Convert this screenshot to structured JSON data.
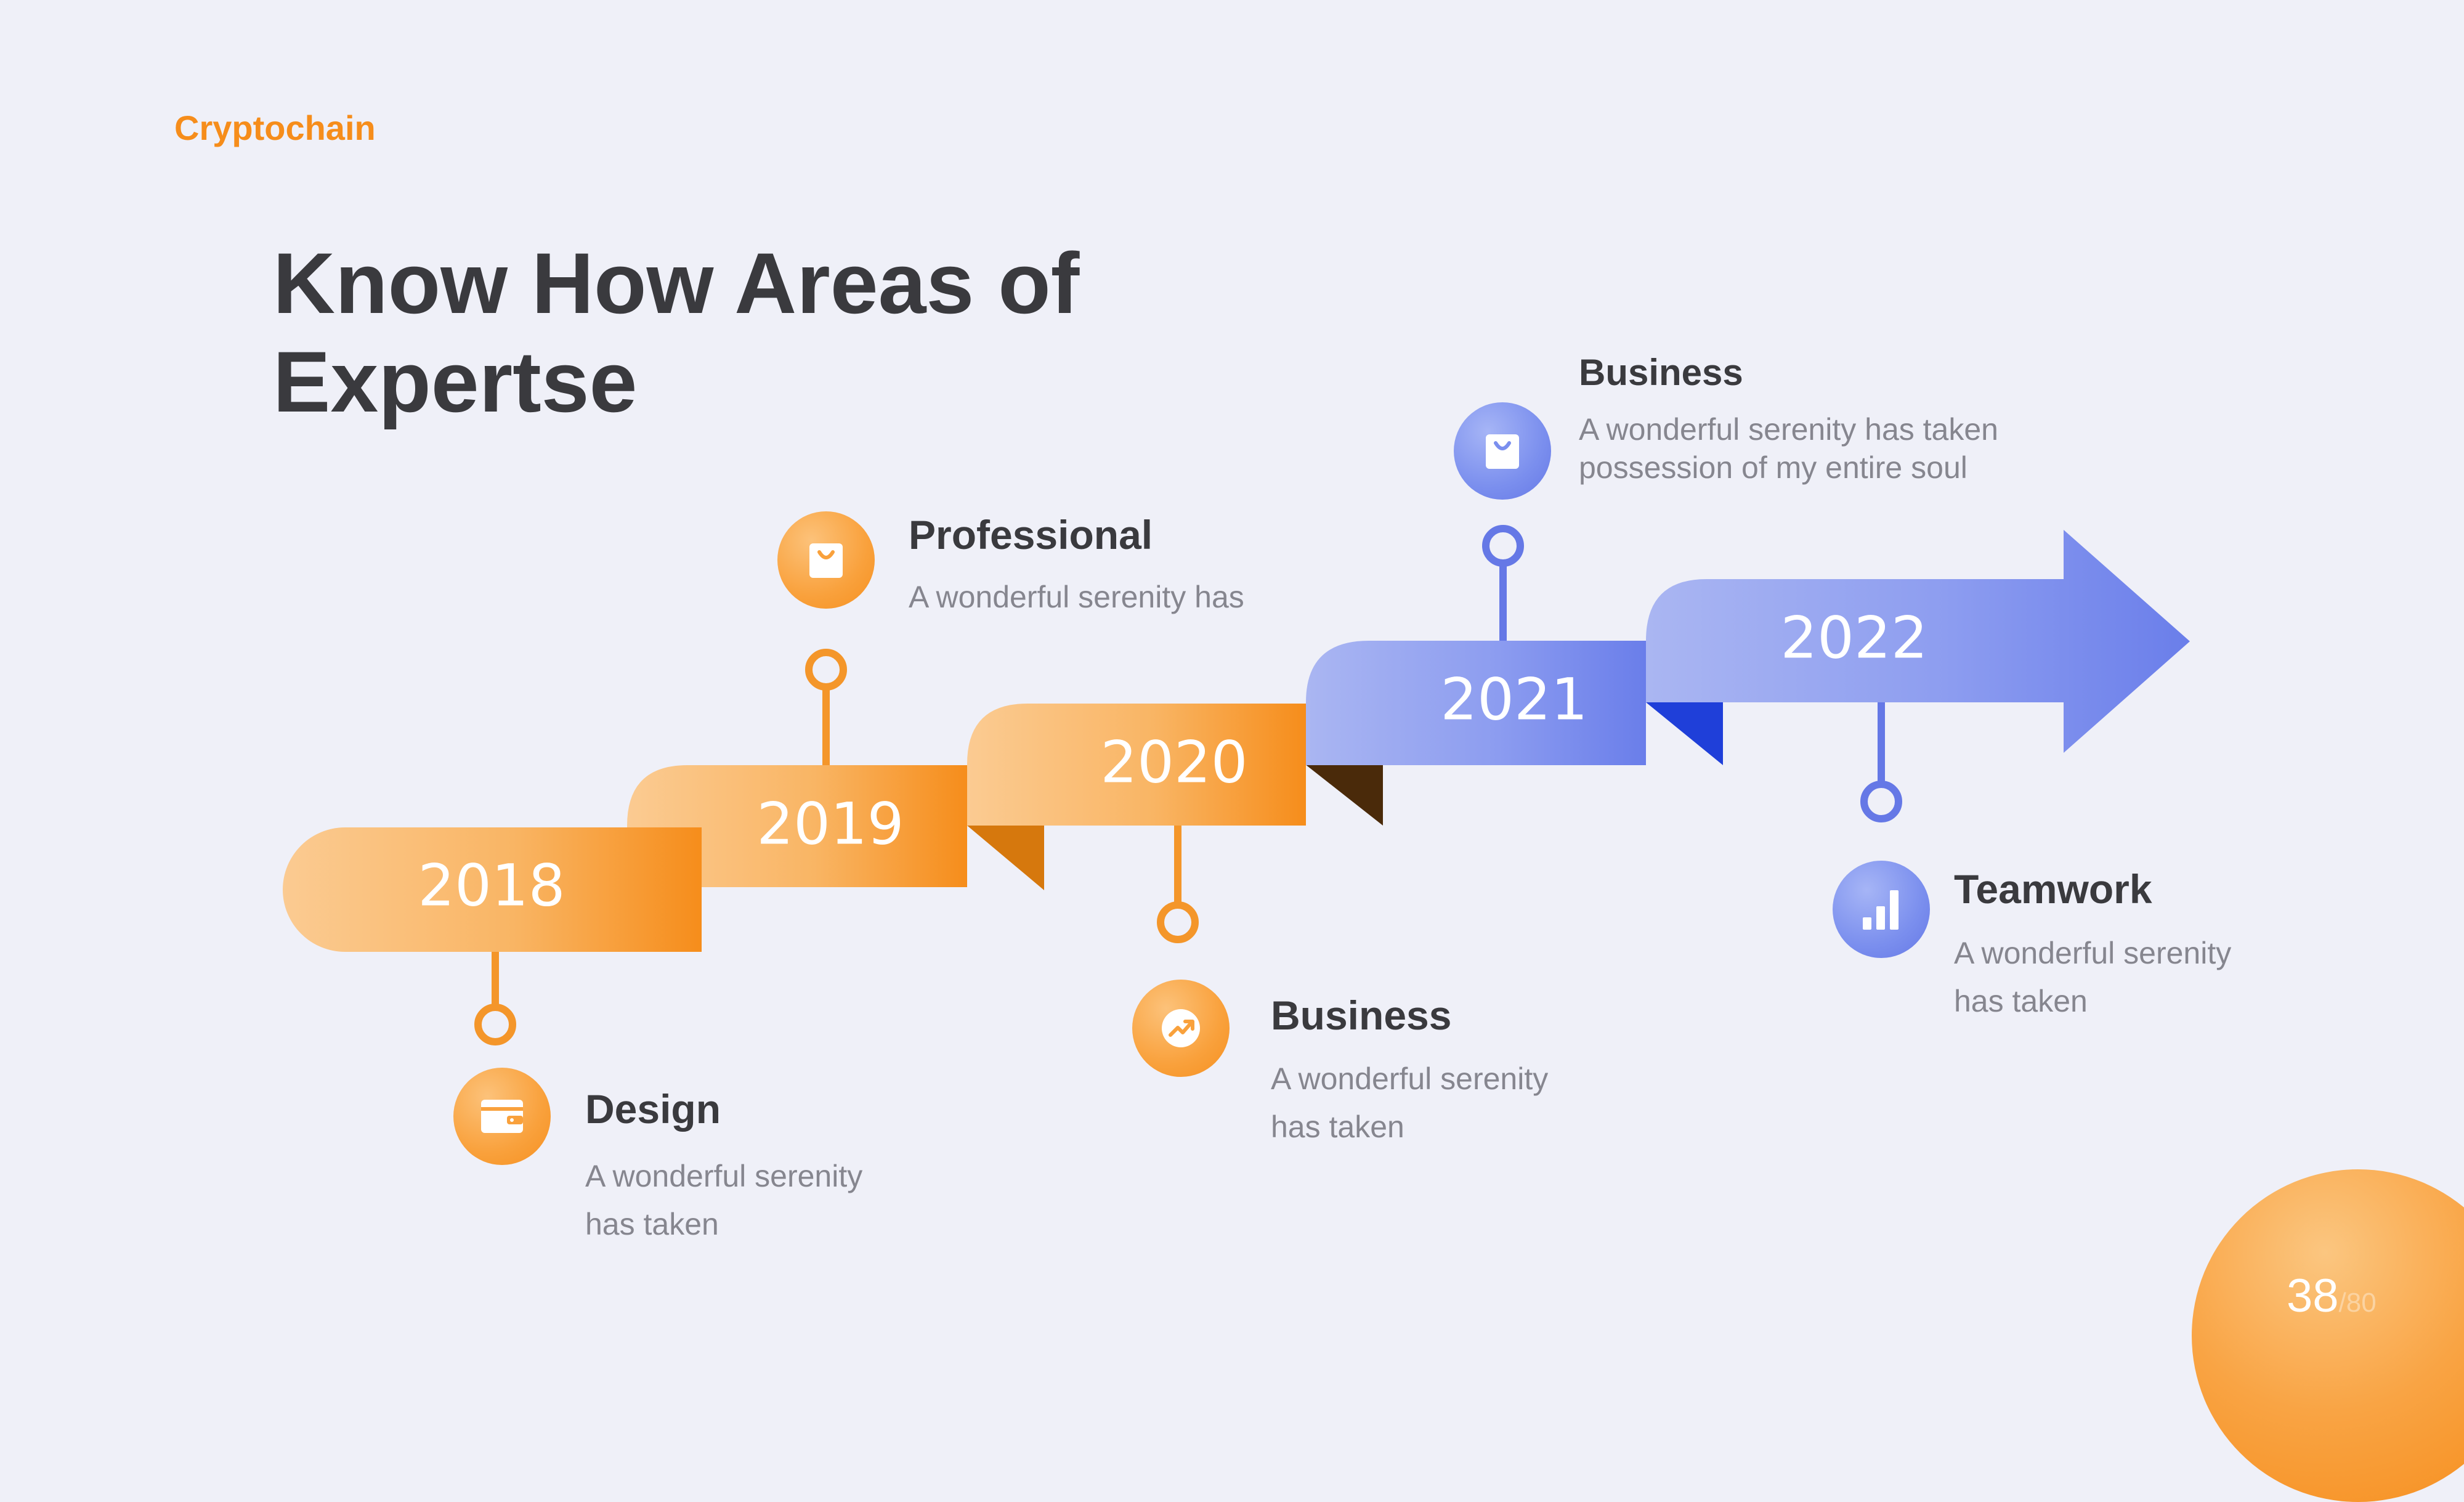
{
  "brand": "Cryptochain",
  "title_line1": "Know How Areas of",
  "title_line2": "Expertse",
  "years": [
    "2018",
    "2019",
    "2020",
    "2021",
    "2022"
  ],
  "items": {
    "design": {
      "heading": "Design",
      "desc_line1": "A wonderful serenity",
      "desc_line2": "has taken",
      "icon": "wallet-icon"
    },
    "professional": {
      "heading": "Professional",
      "desc_line1": "A wonderful serenity has",
      "icon": "shopping-bag-icon"
    },
    "business_bottom": {
      "heading": "Business",
      "desc_line1": "A wonderful serenity",
      "desc_line2": "has taken",
      "icon": "trend-up-icon"
    },
    "business_top": {
      "heading": "Business",
      "desc_line1": "A wonderful serenity has taken",
      "desc_line2": "possession of my entire soul",
      "icon": "shopping-bag-icon"
    },
    "teamwork": {
      "heading": "Teamwork",
      "desc_line1": "A wonderful serenity",
      "desc_line2": "has taken",
      "icon": "bar-chart-icon"
    }
  },
  "page": {
    "current": "38",
    "total": "/80"
  },
  "colors": {
    "accent_orange": "#f68d1b",
    "accent_blue": "#6578e6",
    "background": "#eff0f8",
    "text_dark": "#3a3a3e",
    "text_muted": "#86868f"
  }
}
